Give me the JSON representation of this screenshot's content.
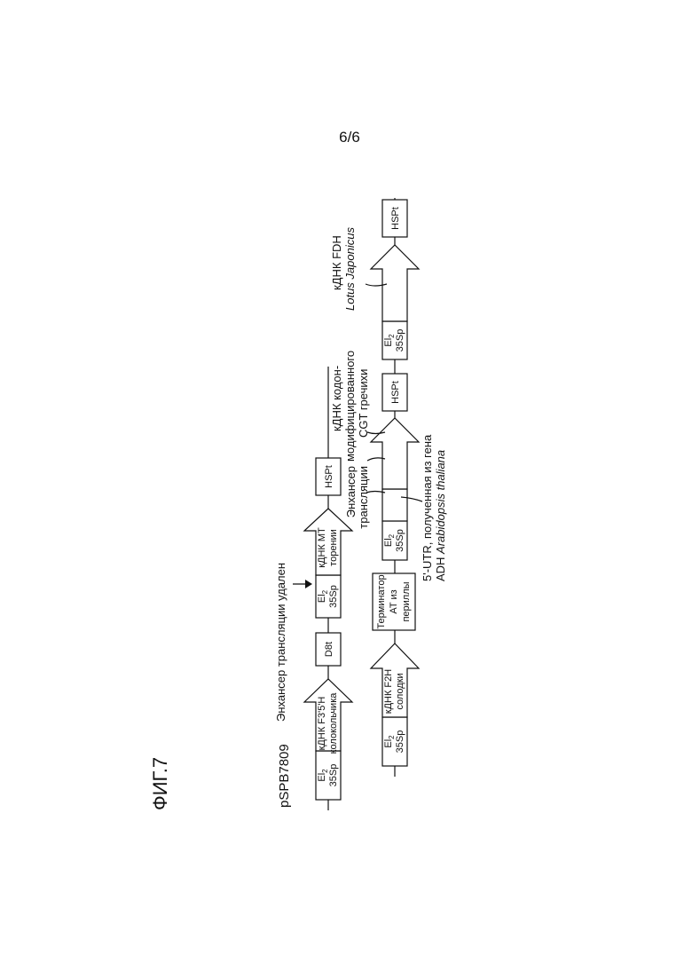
{
  "page_number": "6/6",
  "figure_label": "ФИГ.7",
  "plasmid_name": "pSPB7809",
  "labels": {
    "el2": "El",
    "el2_sub": "2",
    "p35s": "35Sp",
    "cdna_f35h_1": "кДНК F3'5'H",
    "cdna_f35h_2": "колокольчика",
    "d8t": "D8t",
    "cdna_mt_1": "кДНК МТ",
    "cdna_mt_2": "торении",
    "hspt": "HSPt",
    "enhancer_removed": "Энхансер трансляции удален",
    "cdna_f2h_1": "кДНК F2H",
    "cdna_f2h_2": "солодки",
    "term_1": "Терминатор",
    "term_2": "AT из",
    "term_3": "периллы",
    "utr_1": "5'-UTR, полученная из гена",
    "utr_2a": "ADH ",
    "utr_2b": "Arabidopsis thaliana",
    "enh_1": "Энхансер",
    "enh_2": "трансляции",
    "cgt_1": "кДНК кодон-",
    "cgt_2": "модифицированного",
    "cgt_3": "CGT гречихи",
    "fdh_1": "кДНК FDH",
    "fdh_2": "Lotus Japonicus"
  }
}
